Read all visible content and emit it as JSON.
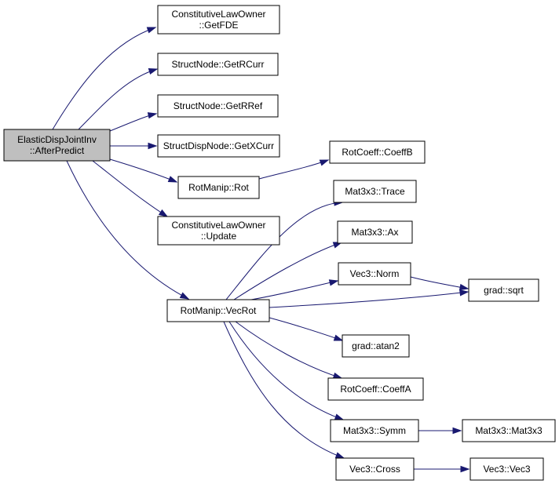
{
  "graph": {
    "colors": {
      "edge": "#191970",
      "node_fill": "#ffffff",
      "root_fill": "#bfbfbf",
      "node_stroke": "#000000"
    },
    "nodes": [
      {
        "id": "root",
        "lines": [
          "ElasticDispJointInv",
          "::AfterPredict"
        ],
        "root": true
      },
      {
        "id": "getfde",
        "lines": [
          "ConstitutiveLawOwner",
          "::GetFDE"
        ]
      },
      {
        "id": "getrcurr",
        "lines": [
          "StructNode::GetRCurr"
        ]
      },
      {
        "id": "getrref",
        "lines": [
          "StructNode::GetRRef"
        ]
      },
      {
        "id": "getxcurr",
        "lines": [
          "StructDispNode::GetXCurr"
        ]
      },
      {
        "id": "rot",
        "lines": [
          "RotManip::Rot"
        ]
      },
      {
        "id": "update",
        "lines": [
          "ConstitutiveLawOwner",
          "::Update"
        ]
      },
      {
        "id": "vecrot",
        "lines": [
          "RotManip::VecRot"
        ]
      },
      {
        "id": "coeffb",
        "lines": [
          "RotCoeff::CoeffB"
        ]
      },
      {
        "id": "trace",
        "lines": [
          "Mat3x3::Trace"
        ]
      },
      {
        "id": "ax",
        "lines": [
          "Mat3x3::Ax"
        ]
      },
      {
        "id": "norm",
        "lines": [
          "Vec3::Norm"
        ]
      },
      {
        "id": "sqrt",
        "lines": [
          "grad::sqrt"
        ]
      },
      {
        "id": "atan2",
        "lines": [
          "grad::atan2"
        ]
      },
      {
        "id": "coeffa",
        "lines": [
          "RotCoeff::CoeffA"
        ]
      },
      {
        "id": "symm",
        "lines": [
          "Mat3x3::Symm"
        ]
      },
      {
        "id": "mat3x3",
        "lines": [
          "Mat3x3::Mat3x3"
        ]
      },
      {
        "id": "cross",
        "lines": [
          "Vec3::Cross"
        ]
      },
      {
        "id": "vec3",
        "lines": [
          "Vec3::Vec3"
        ]
      }
    ],
    "edges": [
      {
        "from": "root",
        "to": "getfde"
      },
      {
        "from": "root",
        "to": "getrcurr"
      },
      {
        "from": "root",
        "to": "getrref"
      },
      {
        "from": "root",
        "to": "getxcurr"
      },
      {
        "from": "root",
        "to": "rot"
      },
      {
        "from": "root",
        "to": "update"
      },
      {
        "from": "root",
        "to": "vecrot"
      },
      {
        "from": "rot",
        "to": "coeffb"
      },
      {
        "from": "vecrot",
        "to": "trace"
      },
      {
        "from": "vecrot",
        "to": "ax"
      },
      {
        "from": "vecrot",
        "to": "norm"
      },
      {
        "from": "vecrot",
        "to": "sqrt"
      },
      {
        "from": "vecrot",
        "to": "atan2"
      },
      {
        "from": "vecrot",
        "to": "coeffa"
      },
      {
        "from": "vecrot",
        "to": "symm"
      },
      {
        "from": "vecrot",
        "to": "cross"
      },
      {
        "from": "norm",
        "to": "sqrt"
      },
      {
        "from": "symm",
        "to": "mat3x3"
      },
      {
        "from": "cross",
        "to": "vec3"
      }
    ]
  }
}
